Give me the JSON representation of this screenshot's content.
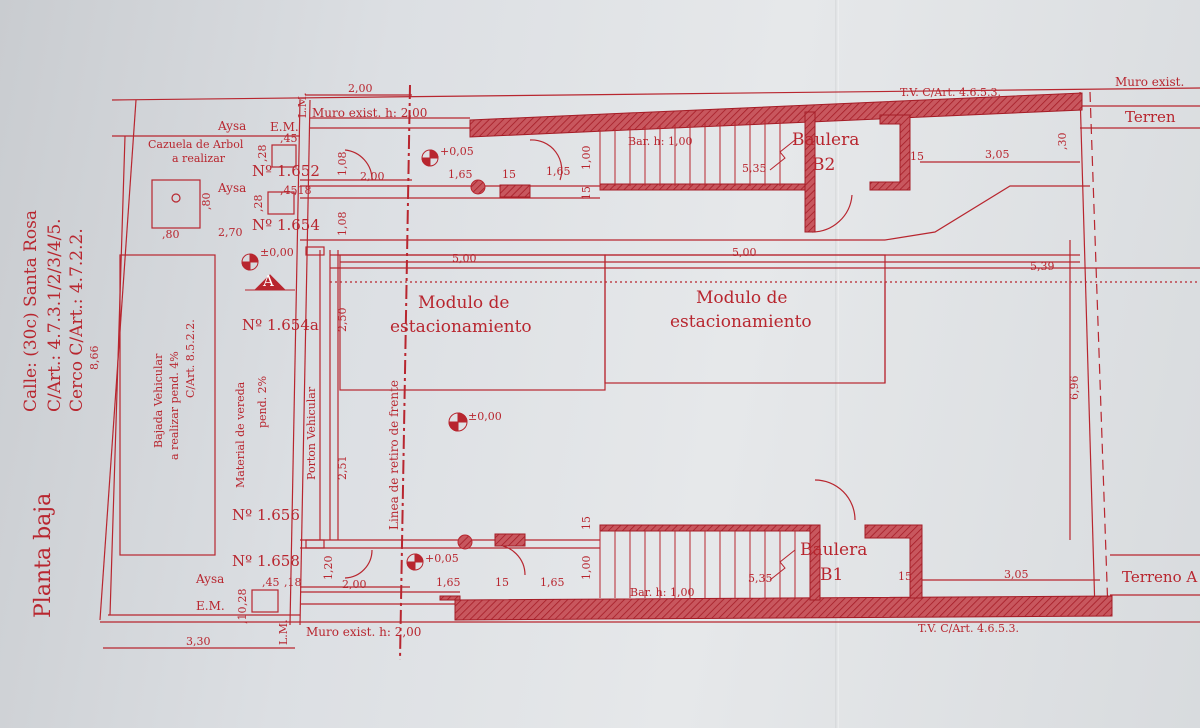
{
  "title": {
    "planta": "Planta baja",
    "calle": "Calle: (30c) Santa Rosa",
    "art1": "C/Art.: 4.7.3.1/2/3/4/5.",
    "art2": "Cerco C/Art.: 4.7.2.2."
  },
  "labels": {
    "modulo1_a": "Modulo de",
    "modulo1_b": "estacionamiento",
    "modulo2_a": "Modulo de",
    "modulo2_b": "estacionamiento",
    "baulera_top": "Baulera",
    "baulera_top_id": "B2",
    "baulera_bot": "Baulera",
    "baulera_bot_id": "B1",
    "muro_top": "Muro exist. h: 2,00",
    "muro_bot": "Muro exist. h: 2,00",
    "muro_top_right": "Muro exist.",
    "terreno_top": "Terren",
    "terreno_bot": "Terreno A",
    "tvc_top": "T.V. C/Art. 4.6.5.3.",
    "tvc_bot": "T.V. C/Art. 4.6.5.3.",
    "bar_top": "Bar. h: 1,00",
    "bar_bot": "Bar. h: 1,00",
    "cazuela_a": "Cazuela de Arbol",
    "cazuela_b": "a realizar",
    "aysa_top": "Aysa",
    "aysa_mid": "Aysa",
    "aysa_bot": "Aysa",
    "em_top": "E.M.",
    "em_bot": "E.M.",
    "lm_top": "L.M.",
    "lm_bot": "L.M.",
    "n1652": "Nº 1.652",
    "n1654": "Nº 1.654",
    "n1654a": "Nº 1.654a",
    "n1656": "Nº 1.656",
    "n1658": "Nº 1.658",
    "porton": "Porton Vehicular",
    "linea": "Linea de retiro de frente",
    "material_a": "Material de vereda",
    "material_b": "pend. 2%",
    "bajada_a": "Bajada Vehicular",
    "bajada_b": "a realizar pend. 4%",
    "bajada_c": "C/Art. 8.5.2.2.",
    "section_mark": "A",
    "level_1": "+0,05",
    "level_2": "±0,00",
    "level_3": "±0,00",
    "level_4": "+0,05"
  },
  "dimensions": {
    "d_2_00_top": "2,00",
    "d_2_00_mid": "2,00",
    "d_2_00_bot": "2,00",
    "d_1_65_a": "1,65",
    "d_1_65_b": "1,65",
    "d_1_65_c": "1,65",
    "d_1_65_d": "1,65",
    "d_15_a": "15",
    "d_15_b": "15",
    "d_15_c": "15",
    "d_15_d": "15",
    "d_15_e": "15",
    "d_15_f": "15",
    "d_3_05_top": "3,05",
    "d_3_05_bot": "3,05",
    "d_5_00_a": "5,00",
    "d_5_00_b": "5,00",
    "d_5_39": "5,39",
    "d_6_96": "6,96",
    "d_8_66": "8,66",
    "d_3_30": "3,30",
    "d_2_50": "2,50",
    "d_2_51": "2,51",
    "d_1_08_a": "1,08",
    "d_1_08_b": "1,08",
    "d_1_20": "1,20",
    "d_1_00_a": "1,00",
    "d_1_00_b": "1,00",
    "d_5_35_a": "5,35",
    "d_5_35_b": "5,35",
    "d_2_70": "2,70",
    "d_80_a": ",80",
    "d_80_b": ",80",
    "d_30": ",30",
    "d_45_a": ",45",
    "d_45_b": ",45",
    "d_45_c": ",45",
    "d_18_a": ",18",
    "d_18_b": ",18",
    "d_28_a": ",28",
    "d_28_b": ",28",
    "d_28_c": ",28",
    "d_10": ",10"
  },
  "colors": {
    "ink": "#b8262f",
    "wall_fill": "#c64a52",
    "paper": "#e2e4e7"
  }
}
